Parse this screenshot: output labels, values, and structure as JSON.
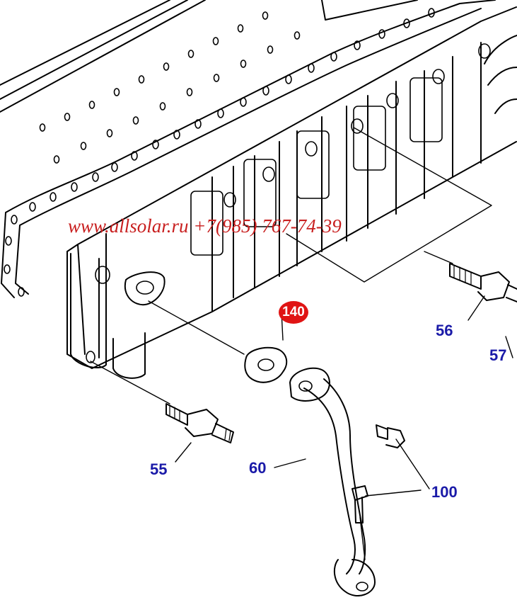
{
  "watermark": {
    "text": "www.allsolar.ru +7(985) 767-74-39"
  },
  "callouts": {
    "c55": "55",
    "c56": "56",
    "c57": "57",
    "c60": "60",
    "c100": "100",
    "c140": "140"
  },
  "colors": {
    "line": "#000000",
    "label": "#1a1aa8",
    "highlight": "#e01414",
    "watermark": "#c81e1e",
    "background": "#ffffff"
  }
}
